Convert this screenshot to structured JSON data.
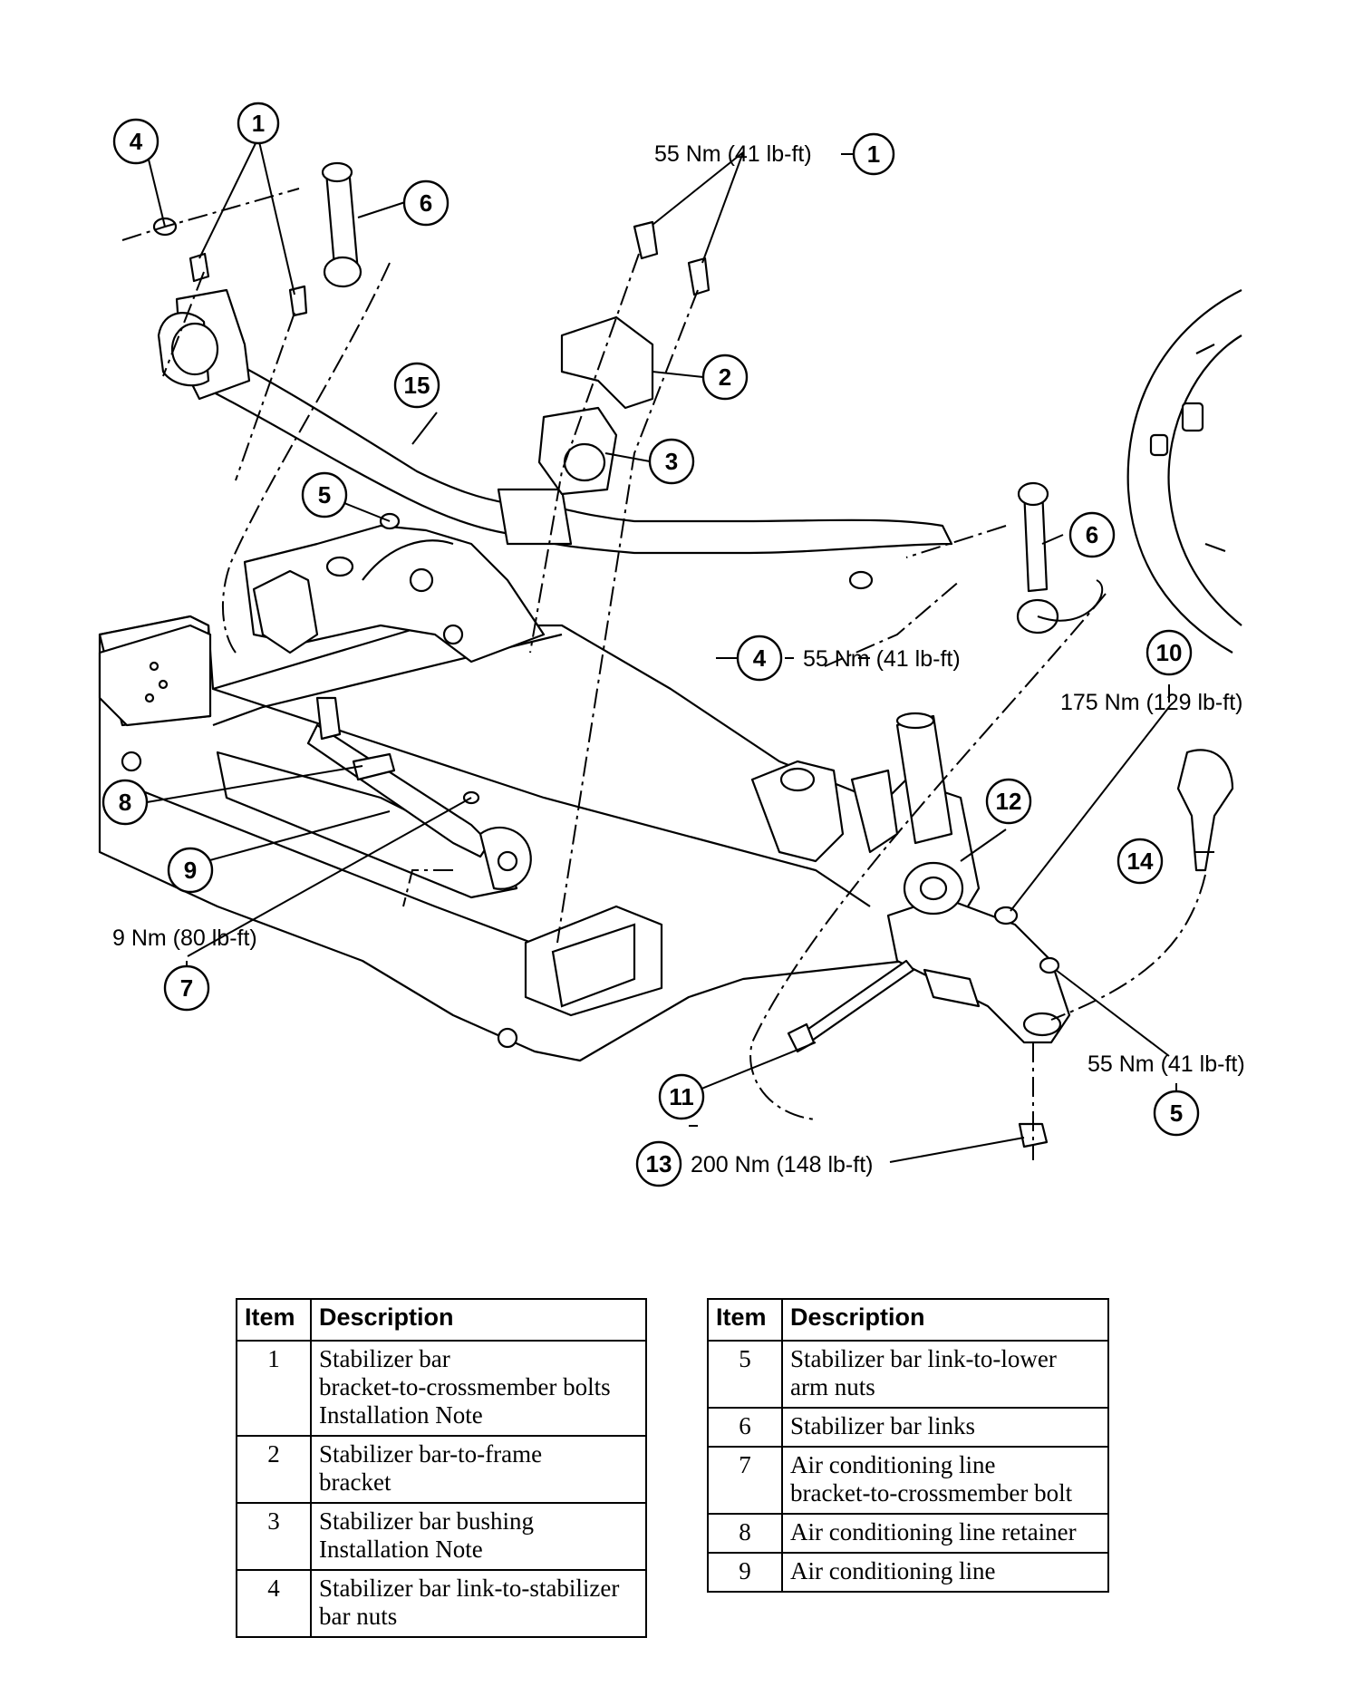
{
  "callouts": [
    {
      "id": "c1a",
      "num": "1"
    },
    {
      "id": "c1b",
      "num": "1"
    },
    {
      "id": "c2",
      "num": "2"
    },
    {
      "id": "c3",
      "num": "3"
    },
    {
      "id": "c4a",
      "num": "4"
    },
    {
      "id": "c4b",
      "num": "4"
    },
    {
      "id": "c5a",
      "num": "5"
    },
    {
      "id": "c5b",
      "num": "5"
    },
    {
      "id": "c6a",
      "num": "6"
    },
    {
      "id": "c6b",
      "num": "6"
    },
    {
      "id": "c7",
      "num": "7"
    },
    {
      "id": "c8",
      "num": "8"
    },
    {
      "id": "c9",
      "num": "9"
    },
    {
      "id": "c10",
      "num": "10"
    },
    {
      "id": "c11",
      "num": "11"
    },
    {
      "id": "c12",
      "num": "12"
    },
    {
      "id": "c13",
      "num": "13"
    },
    {
      "id": "c14",
      "num": "14"
    },
    {
      "id": "c15",
      "num": "15"
    }
  ],
  "torque": {
    "t1": "55 Nm (41 lb-ft)",
    "t4": "55 Nm (41 lb-ft)",
    "t5": "55 Nm (41 lb-ft)",
    "t7": "9 Nm (80 lb-ft)",
    "t10": "175 Nm (129 lb-ft)",
    "t13": "200 Nm (148 lb-ft)"
  },
  "table_header": {
    "item": "Item",
    "description": "Description"
  },
  "legend_left": [
    {
      "item": "1",
      "lines": [
        "Stabilizer bar",
        "bracket-to-crossmember bolts",
        "Installation Note"
      ]
    },
    {
      "item": "2",
      "lines": [
        "Stabilizer bar-to-frame",
        "bracket"
      ]
    },
    {
      "item": "3",
      "lines": [
        "Stabilizer bar bushing",
        "Installation Note"
      ]
    },
    {
      "item": "4",
      "lines": [
        "Stabilizer bar link-to-stabilizer",
        "bar nuts"
      ]
    }
  ],
  "legend_right": [
    {
      "item": "5",
      "lines": [
        "Stabilizer bar link-to-lower",
        "arm nuts"
      ]
    },
    {
      "item": "6",
      "lines": [
        "Stabilizer bar links"
      ]
    },
    {
      "item": "7",
      "lines": [
        "Air conditioning line",
        "bracket-to-crossmember bolt"
      ]
    },
    {
      "item": "8",
      "lines": [
        "Air conditioning line retainer"
      ]
    },
    {
      "item": "9",
      "lines": [
        "Air conditioning line"
      ]
    }
  ]
}
